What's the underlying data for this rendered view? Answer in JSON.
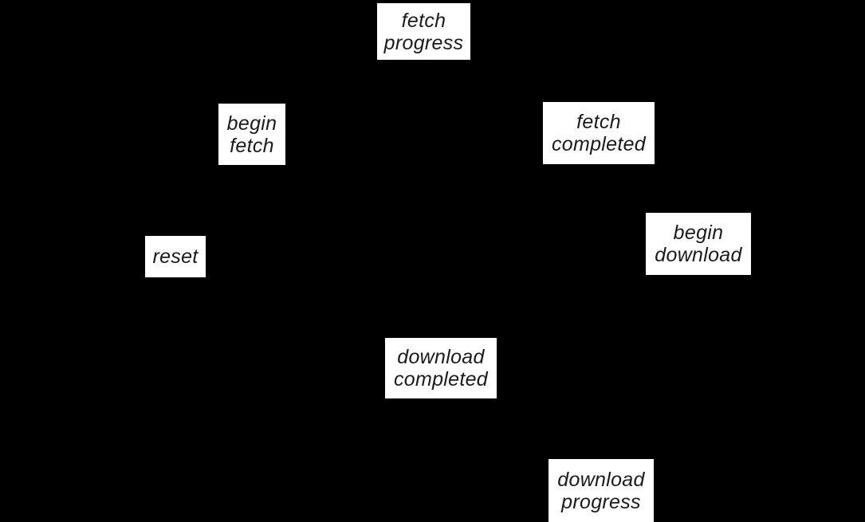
{
  "diagram": {
    "type": "state-machine-transition-diagram",
    "background_color": "#000000",
    "label_box_background": "#ffffff",
    "label_text_color": "#1b1b1b",
    "labels": [
      {
        "name": "fetch-progress",
        "text": "fetch\nprogress"
      },
      {
        "name": "begin-fetch",
        "text": "begin\nfetch"
      },
      {
        "name": "fetch-completed",
        "text": "fetch\ncompleted"
      },
      {
        "name": "begin-download",
        "text": "begin\ndownload"
      },
      {
        "name": "reset",
        "text": "reset"
      },
      {
        "name": "download-completed",
        "text": "download\ncompleted"
      },
      {
        "name": "download-progress",
        "text": "download\nprogress"
      }
    ]
  }
}
